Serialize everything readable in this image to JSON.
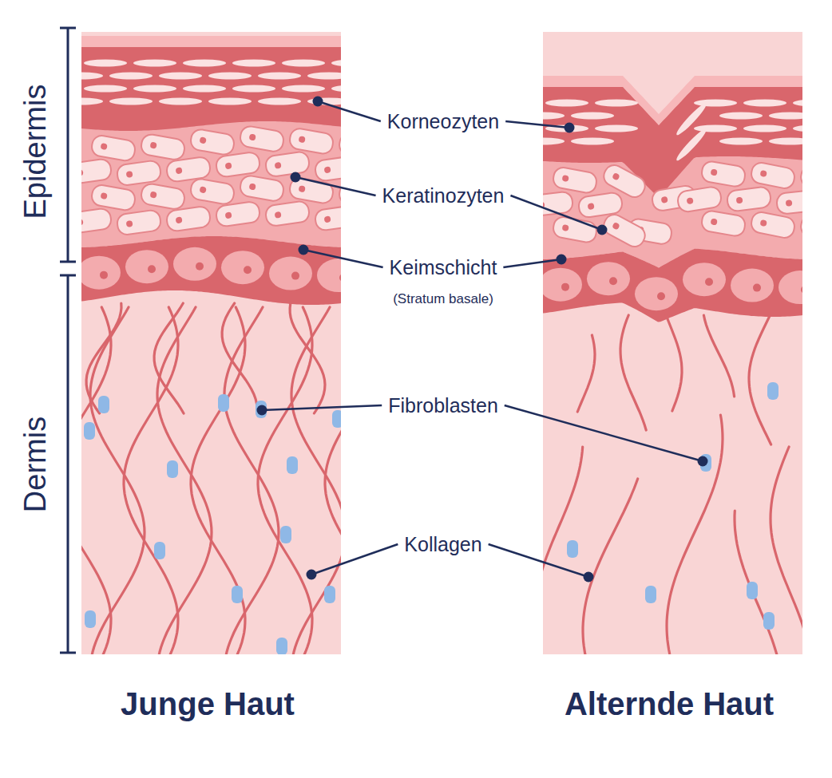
{
  "diagram": {
    "labels": [
      "Epidermis",
      "Dermis",
      "Korneozyten",
      "Keratinozyten",
      "Keimschicht",
      "(Stratum basale)",
      "Fibroblasten",
      "Kollagen",
      "Junge Haut",
      "Alternde Haut"
    ]
  }
}
